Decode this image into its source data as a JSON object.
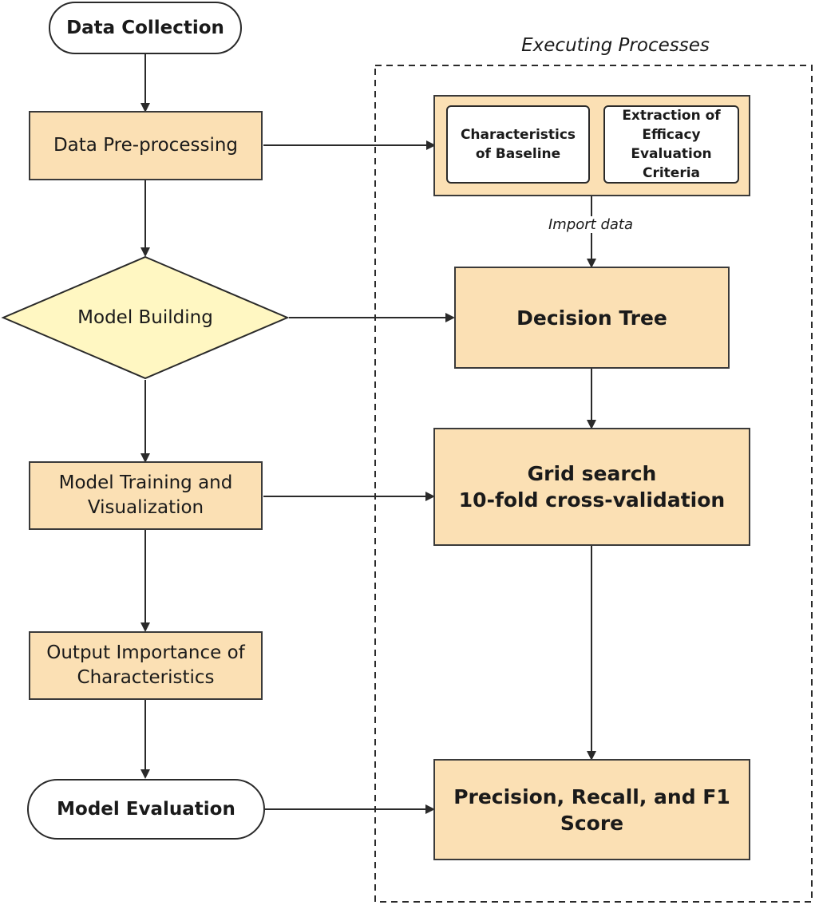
{
  "diagram": {
    "container_label": "Executing Processes",
    "left_flow": {
      "data_collection": "Data Collection",
      "data_preprocessing": "Data Pre-processing",
      "model_building": "Model Building",
      "model_training": "Model Training and\nVisualization",
      "output_importance": "Output Importance of\nCharacteristics",
      "model_evaluation": "Model Evaluation"
    },
    "right_flow": {
      "baseline": "Characteristics\nof Baseline",
      "efficacy": "Extraction of\nEfficacy\nEvaluation\nCriteria",
      "import_data": "Import data",
      "decision_tree": "Decision Tree",
      "grid_search": "Grid search\n10-fold cross-validation",
      "metrics": "Precision, Recall, and F1\nScore"
    },
    "colors": {
      "process_fill": "#fbe0b4",
      "decision_fill": "#fff7c2",
      "stroke": "#2a2a2a"
    }
  }
}
